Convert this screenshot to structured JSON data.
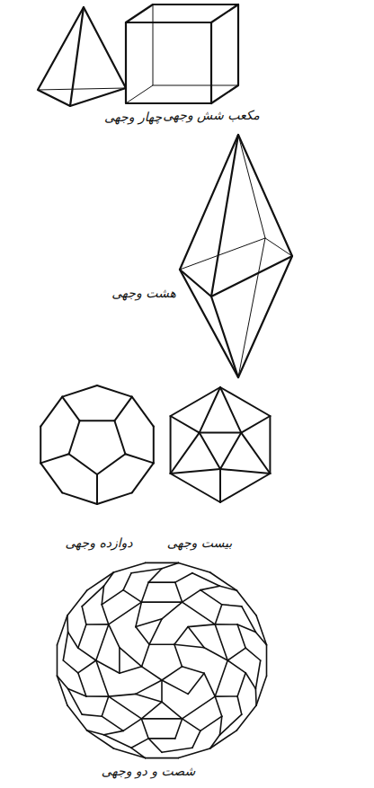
{
  "diagram": {
    "labels": [
      "مکعب شش وجهی",
      "چهار وجهی",
      "هشت وجهی",
      "دوازده وجهی",
      "بیست وجهی",
      "شصت و دو وجهی"
    ]
  }
}
